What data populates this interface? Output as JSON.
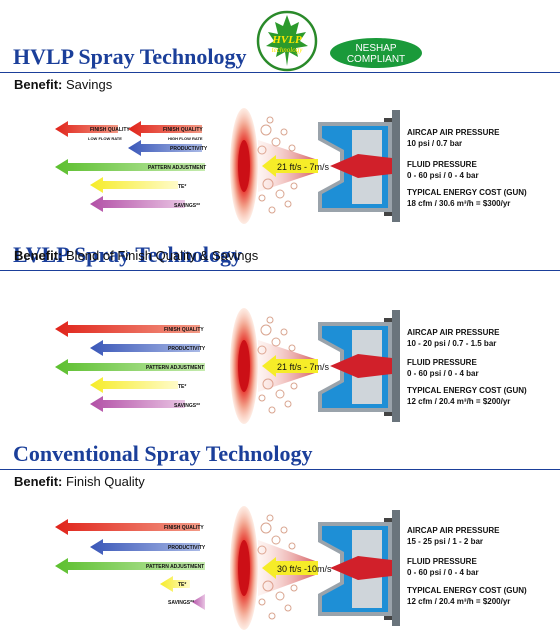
{
  "logo": {
    "text": "HVLP technology"
  },
  "neshap_badge": {
    "line1": "NESHAP",
    "line2": "COMPLIANT",
    "color": "#1a9a3a"
  },
  "colors": {
    "title": "#1b3f9a",
    "arrow_red": "#e0231a",
    "arrow_blue": "#3a57b8",
    "arrow_green": "#5cbf2e",
    "arrow_yellow": "#f6ec28",
    "arrow_purple": "#b24fa6",
    "nozzle_blue": "#1e8fd6"
  },
  "sections": [
    {
      "title": "HVLP Spray Technology",
      "benefit_label": "Benefit:",
      "benefit_value": "Savings",
      "arrows": {
        "finish_quality": "FINISH QUALITY",
        "finish_quality_short": "FINISH QUALITY",
        "low_flow": "LOW FLOW RATE",
        "high_flow": "HIGH FLOW RATE",
        "productivity": "PRODUCTIVITY",
        "pattern": "PATTERN ADJUSTMENT",
        "te": "TE*",
        "savings": "SAVINGS**"
      },
      "speed": "21 ft/s - 7m/s",
      "air_label": "AIRCAP AIR PRESSURE",
      "air_value": "10 psi / 0.7 bar",
      "fluid_label": "FLUID PRESSURE",
      "fluid_value": "0 - 60 psi / 0 - 4 bar",
      "energy_label": "TYPICAL ENERGY COST (GUN)",
      "energy_value": "18 cfm / 30.6 m³/h = $300/yr"
    },
    {
      "title": "LVLP Spray Technology",
      "benefit_label": "Benefit:",
      "benefit_value": "Blend of Finish Quality & Savings",
      "arrows": {
        "finish_quality": "FINISH QUALITY",
        "productivity": "PRODUCTIVITY",
        "pattern": "PATTERN ADJUSTMENT",
        "te": "TE*",
        "savings": "SAVINGS**"
      },
      "speed": "21 ft/s - 7m/s",
      "air_label": "AIRCAP AIR PRESSURE",
      "air_value": "10 - 20 psi / 0.7 - 1.5 bar",
      "fluid_label": "FLUID PRESSURE",
      "fluid_value": "0 - 60 psi / 0 - 4 bar",
      "energy_label": "TYPICAL ENERGY COST (GUN)",
      "energy_value": "12 cfm / 20.4 m³/h = $200/yr"
    },
    {
      "title": "Conventional Spray Technology",
      "benefit_label": "Benefit:",
      "benefit_value": "Finish Quality",
      "arrows": {
        "finish_quality": "FINISH QUALITY",
        "productivity": "PRODUCTIVITY",
        "pattern": "PATTERN ADJUSTMENT",
        "te": "TE*",
        "savings": "SAVINGS**"
      },
      "speed": "30 ft/s -10m/s",
      "air_label": "AIRCAP AIR PRESSURE",
      "air_value": "15 - 25 psi / 1 - 2 bar",
      "fluid_label": "FLUID PRESSURE",
      "fluid_value": "0 - 60 psi / 0 - 4 bar",
      "energy_label": "TYPICAL ENERGY COST (GUN)",
      "energy_value": "12 cfm / 20.4 m³/h = $200/yr"
    }
  ]
}
